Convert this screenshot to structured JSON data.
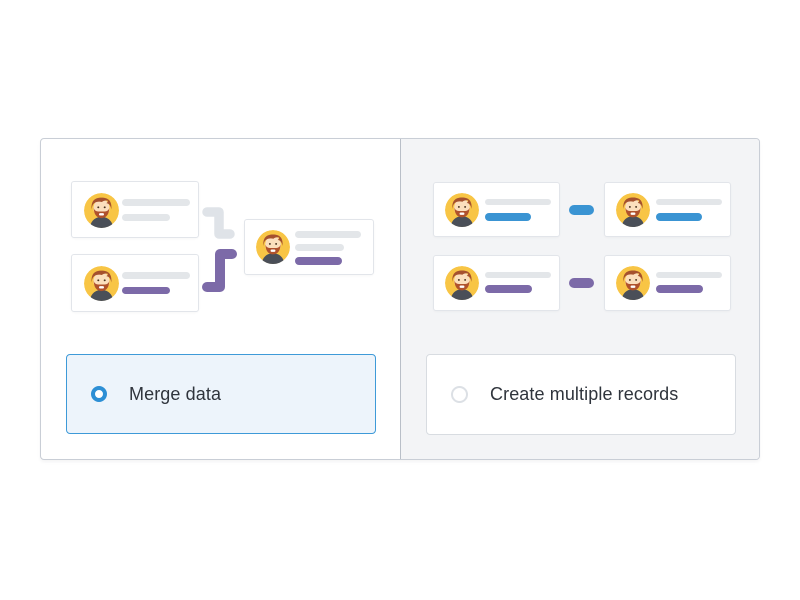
{
  "dialog": {
    "options": [
      {
        "id": "merge",
        "label": "Merge data",
        "selected": true
      },
      {
        "id": "create",
        "label": "Create multiple records",
        "selected": false
      }
    ],
    "left_illustration": {
      "description": "two-source-records-merging-into-one",
      "source_cards": [
        {
          "lines": [
            "gray",
            "gray"
          ]
        },
        {
          "lines": [
            "gray",
            "purple"
          ]
        }
      ],
      "result_card": {
        "lines": [
          "gray",
          "gray",
          "purple"
        ]
      }
    },
    "right_illustration": {
      "description": "records-duplicated-side-by-side",
      "pairs": [
        {
          "accent": "blue",
          "cards": [
            {
              "lines": [
                "gray",
                "blue"
              ]
            },
            {
              "lines": [
                "gray",
                "blue"
              ]
            }
          ]
        },
        {
          "accent": "purple",
          "cards": [
            {
              "lines": [
                "gray",
                "purple"
              ]
            },
            {
              "lines": [
                "gray",
                "purple"
              ]
            }
          ]
        }
      ]
    }
  },
  "colors": {
    "accent_blue": "#3a94d3",
    "accent_purple": "#7c6aa8",
    "placeholder_gray": "#e3e6e9",
    "connector_gray": "#dfe3e8",
    "avatar_yellow": "#f8c545",
    "radio_selected": "#2d8fd5",
    "selected_option_bg": "#edf4fb",
    "selected_option_border": "#3e9ad8",
    "right_panel_bg": "#f3f4f6",
    "container_border": "#c9ced6",
    "label_text": "#2f343c"
  }
}
